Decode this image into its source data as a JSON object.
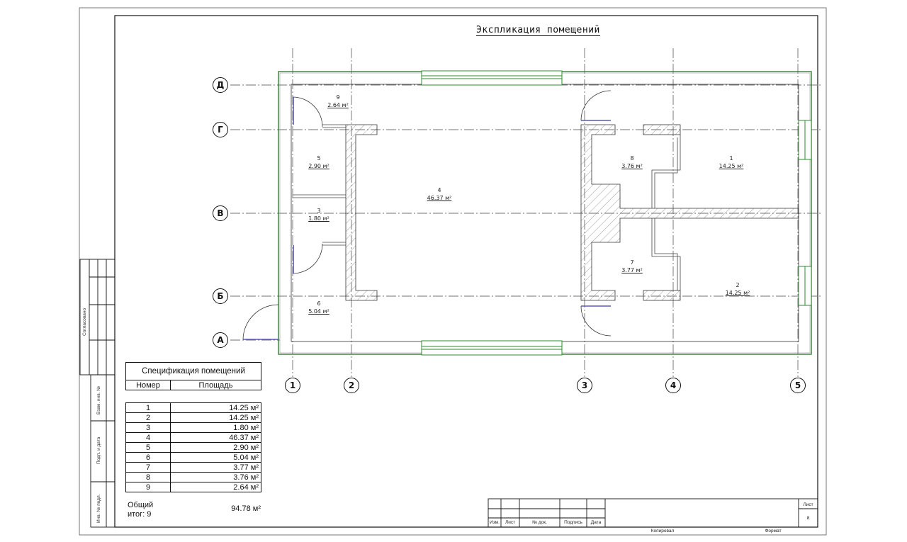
{
  "drawing": {
    "title": "Экспликация помещений",
    "axes_letters": [
      "Д",
      "Г",
      "В",
      "Б",
      "А"
    ],
    "axes_numbers": [
      "1",
      "2",
      "3",
      "4",
      "5"
    ],
    "rooms": [
      {
        "number": "1",
        "area": "14.25 м²"
      },
      {
        "number": "2",
        "area": "14.25 м²"
      },
      {
        "number": "3",
        "area": "1.80 м²"
      },
      {
        "number": "4",
        "area": "46.37 м²"
      },
      {
        "number": "5",
        "area": "2.90 м²"
      },
      {
        "number": "6",
        "area": "5.04 м²"
      },
      {
        "number": "7",
        "area": "3.77 м²"
      },
      {
        "number": "8",
        "area": "3.76 м²"
      },
      {
        "number": "9",
        "area": "2.64 м²"
      }
    ]
  },
  "spec_table": {
    "title": "Спецификация помещений",
    "col_number": "Номер",
    "col_area": "Площадь",
    "rows": [
      {
        "number": "1",
        "area": "14.25 м²"
      },
      {
        "number": "2",
        "area": "14.25 м²"
      },
      {
        "number": "3",
        "area": "1.80 м²"
      },
      {
        "number": "4",
        "area": "46.37 м²"
      },
      {
        "number": "5",
        "area": "2.90 м²"
      },
      {
        "number": "6",
        "area": "5.04 м²"
      },
      {
        "number": "7",
        "area": "3.77 м²"
      },
      {
        "number": "8",
        "area": "3.76 м²"
      },
      {
        "number": "9",
        "area": "2.64 м²"
      }
    ],
    "total_label_line1": "Общий",
    "total_label_line2": "итог: 9",
    "total_value": "94.78 м²"
  },
  "side_stamp": {
    "agreed": "Согласовано",
    "inv_replace": "Взам. инв. №",
    "sign_date": "Подп. и дата",
    "inv_orig": "Инв. № подл."
  },
  "title_block": {
    "izm": "Изм.",
    "list": "Лист",
    "doc_no": "№ док.",
    "signature": "Подпись",
    "date": "Дата",
    "sheet_label": "Лист",
    "sheet_number": "8",
    "copied": "Копировал",
    "format": "Формат"
  },
  "colors": {
    "line": "#111111",
    "wall_outline": "#3a7a3a",
    "window": "#2e8b2e",
    "door_leaf": "#5a5ab4",
    "grid": "#444444"
  }
}
